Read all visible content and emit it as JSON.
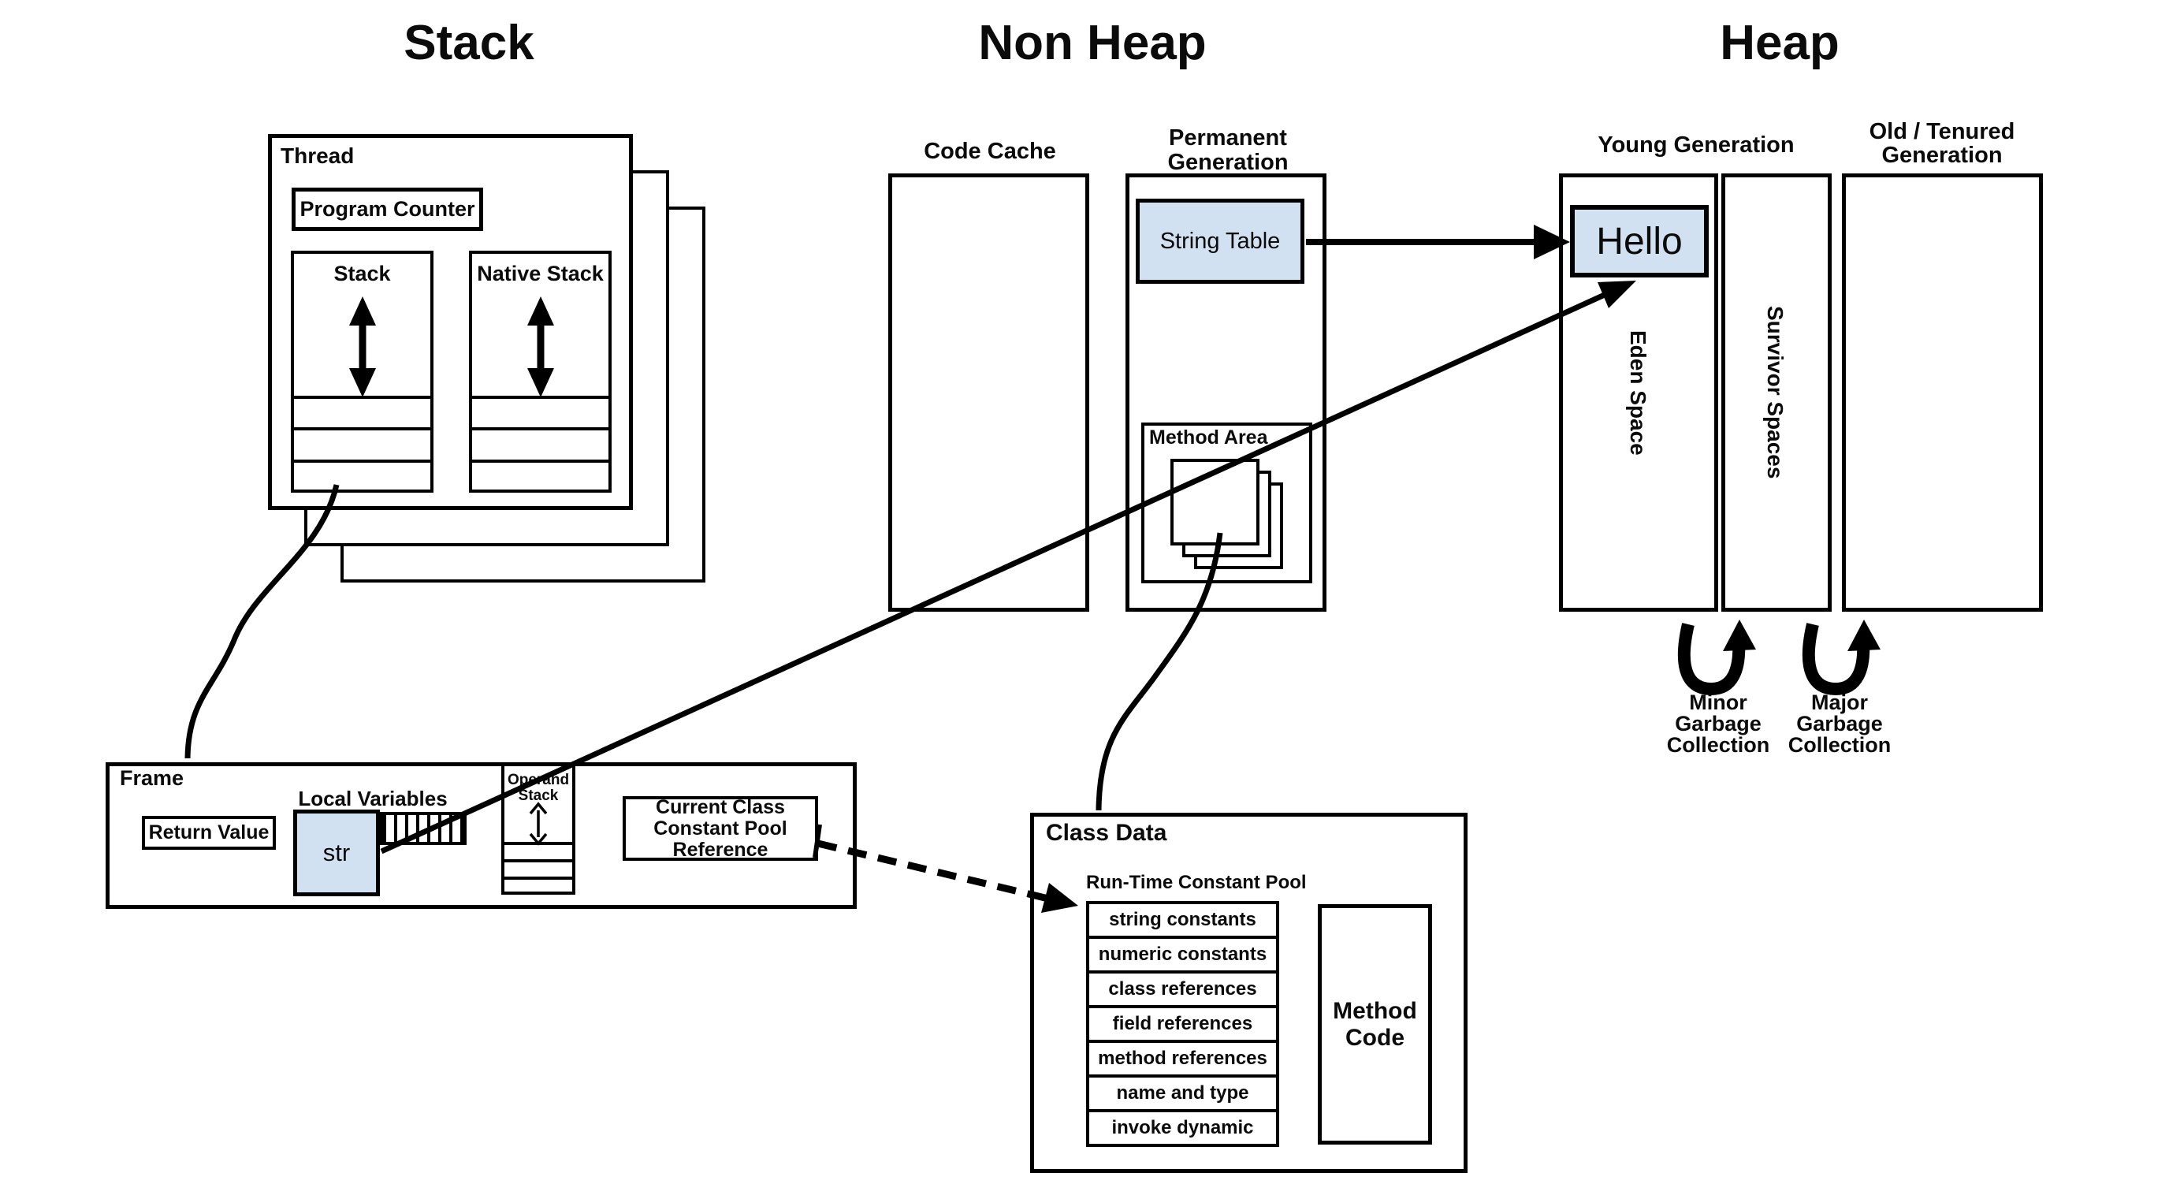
{
  "colors": {
    "line": "#000000",
    "highlight_fill": "#d2e1f1",
    "background": "#ffffff"
  },
  "titles": {
    "stack": "Stack",
    "non_heap": "Non Heap",
    "heap": "Heap"
  },
  "thread": {
    "label": "Thread",
    "program_counter": "Program Counter",
    "stack_label": "Stack",
    "native_stack_label": "Native Stack"
  },
  "frame": {
    "label": "Frame",
    "return_value": "Return Value",
    "local_variables": "Local Variables",
    "str_var": "str",
    "operand_stack": "Operand Stack",
    "current_class_ref": "Current Class Constant Pool Reference"
  },
  "non_heap": {
    "code_cache": "Code Cache",
    "permanent_generation": "Permanent Generation",
    "string_table": "String Table",
    "method_area": "Method Area"
  },
  "heap": {
    "young_generation": "Young Generation",
    "old_tenured_generation": "Old / Tenured Generation",
    "eden_space": "Eden Space",
    "survivor_spaces": "Survivor Spaces",
    "hello_object": "Hello",
    "minor_gc": "Minor Garbage Collection",
    "major_gc": "Major Garbage Collection"
  },
  "class_data": {
    "label": "Class Data",
    "runtime_constant_pool": "Run-Time Constant Pool",
    "pool_rows": [
      "string constants",
      "numeric constants",
      "class references",
      "field references",
      "method references",
      "name and type",
      "invoke dynamic"
    ],
    "method_code": "Method Code"
  }
}
